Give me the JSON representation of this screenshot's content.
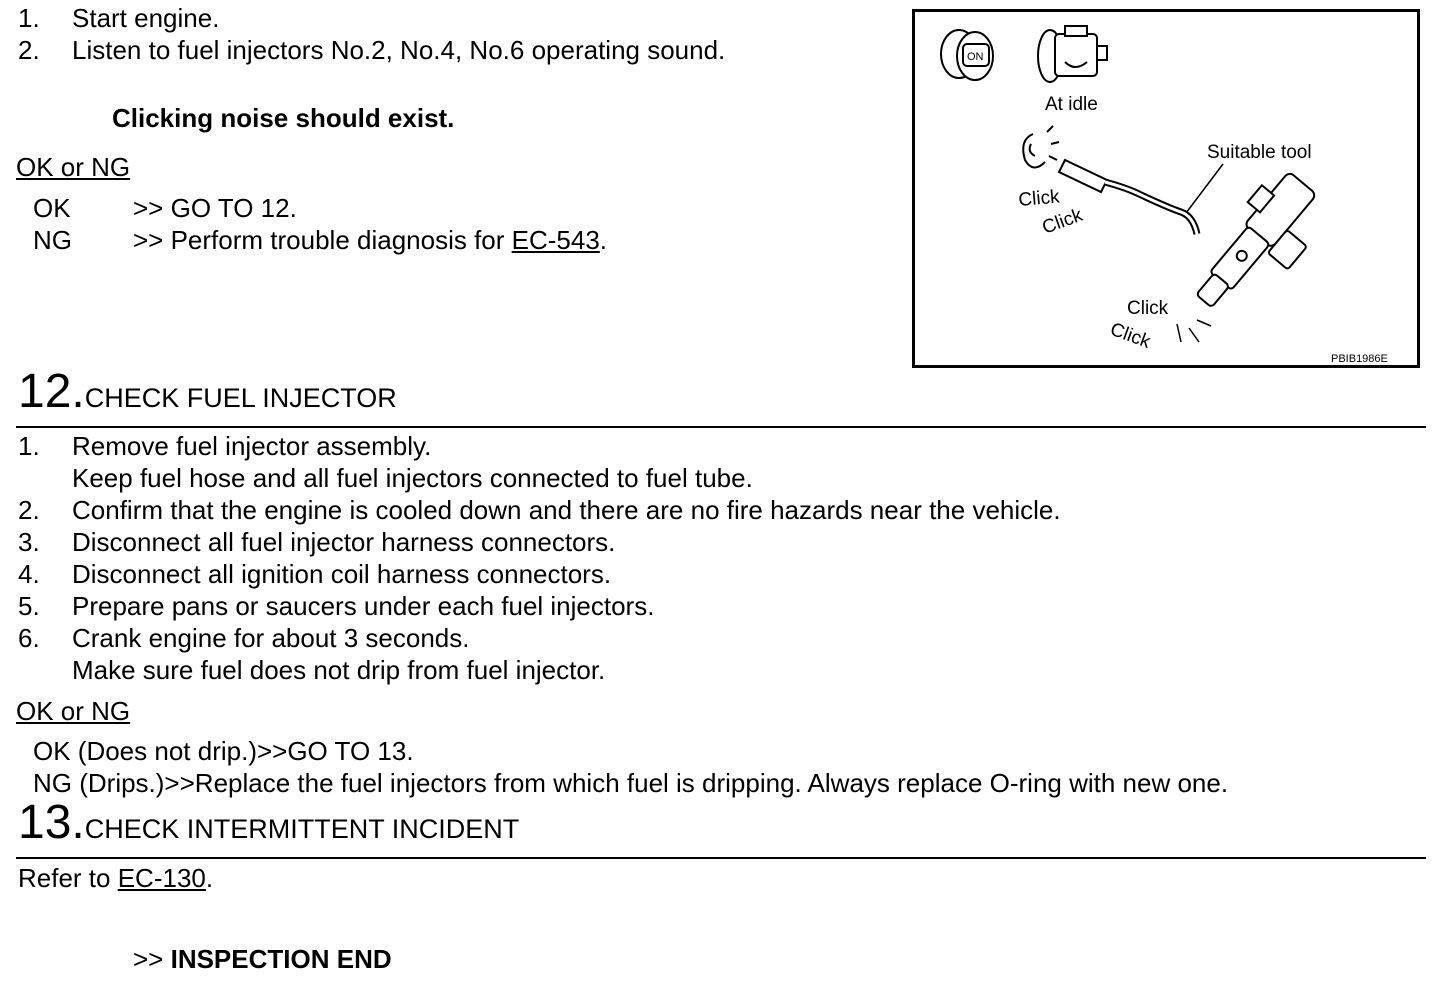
{
  "step11": {
    "items": [
      {
        "num": "1.",
        "text": "Start engine."
      },
      {
        "num": "2.",
        "text": "Listen to fuel injectors No.2, No.4, No.6 operating sound."
      }
    ],
    "note": "Clicking noise should exist.",
    "ok_ng_label": "OK or NG",
    "ok_label": "OK",
    "ok_text": ">> GO TO 12.",
    "ng_label": "NG",
    "ng_text_pre": ">> Perform trouble diagnosis for ",
    "ng_link": "EC-543",
    "ng_text_post": "."
  },
  "figure": {
    "ignition_label": "ON",
    "at_idle": "At idle",
    "suitable_tool": "Suitable tool",
    "click": "Click",
    "code": "PBIB1986E"
  },
  "step12": {
    "number": "12.",
    "title": "CHECK FUEL INJECTOR",
    "items": [
      {
        "num": "1.",
        "text": "Remove fuel injector assembly."
      },
      {
        "num": "",
        "text": "Keep fuel hose and all fuel injectors connected to fuel tube."
      },
      {
        "num": "2.",
        "text": "Confirm that the engine is cooled down and there are no fire hazards near the vehicle."
      },
      {
        "num": "3.",
        "text": "Disconnect all fuel injector harness connectors."
      },
      {
        "num": "4.",
        "text": "Disconnect all ignition coil harness connectors."
      },
      {
        "num": "5.",
        "text": "Prepare pans or saucers under each fuel injectors."
      },
      {
        "num": "6.",
        "text": "Crank engine for about 3 seconds."
      },
      {
        "num": "",
        "text": "Make sure fuel does not drip from fuel injector."
      }
    ],
    "ok_ng_label": "OK or NG",
    "ok_text": "OK (Does not drip.)>>GO TO 13.",
    "ng_text": "NG (Drips.)>>Replace the fuel injectors from which fuel is dripping. Always replace O-ring with new one."
  },
  "step13": {
    "number": "13.",
    "title": "CHECK INTERMITTENT INCIDENT",
    "refer_pre": "Refer to ",
    "refer_link": "EC-130",
    "refer_post": ".",
    "end_prefix": ">> ",
    "end_text": "INSPECTION END"
  }
}
